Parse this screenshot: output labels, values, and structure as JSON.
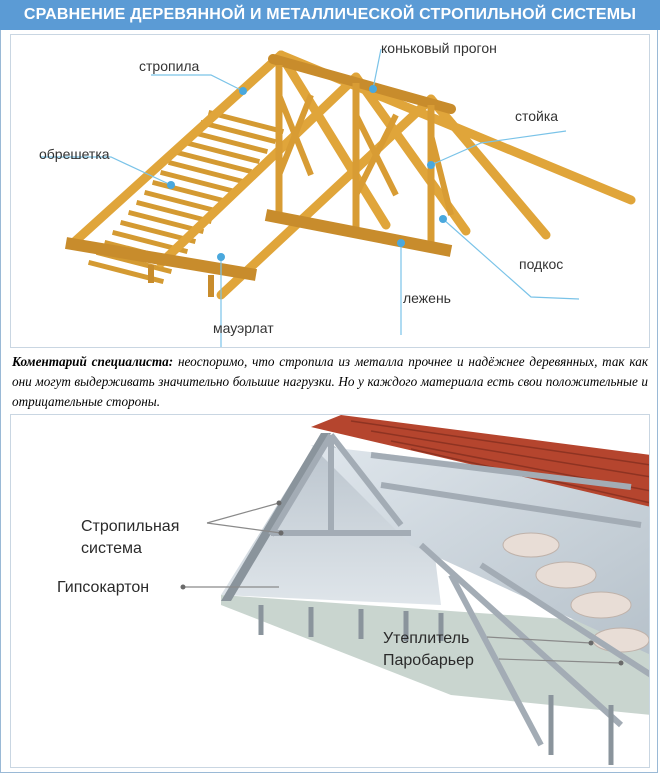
{
  "title": "СРАВНЕНИЕ ДЕРЕВЯННОЙ И МЕТАЛЛИЧЕСКОЙ СТРОПИЛЬНОЙ СИСТЕМЫ",
  "wood_labels": {
    "stropila": "стропила",
    "konkovy": "коньковый прогон",
    "stoyka": "стойка",
    "obreshetka": "обрешетка",
    "podkos": "подкос",
    "lezhen": "лежень",
    "mauerlat": "мауэрлат"
  },
  "comment": {
    "lead": "Коментарий специалиста:",
    "text": " неоспоримо, что стропила из металла прочнее и надёжнее деревянных, так как они могут выдерживать  значительно большие нагрузки. Но у каждого материала есть свои положительные и отрицательные стороны."
  },
  "metal_labels": {
    "stropilnaya_1": "Стропильная",
    "stropilnaya_2": "система",
    "gipsokarton": "Гипсокартон",
    "uteplitel": "Утеплитель",
    "parobarier": "Паробарьер"
  },
  "colors": {
    "title_bg": "#5b9bd5",
    "wood": "#e0a53a",
    "wood_dark": "#b8802a",
    "leader": "#7ac3e8",
    "roof_tile": "#b5452e",
    "metal": "#a3acb5"
  }
}
